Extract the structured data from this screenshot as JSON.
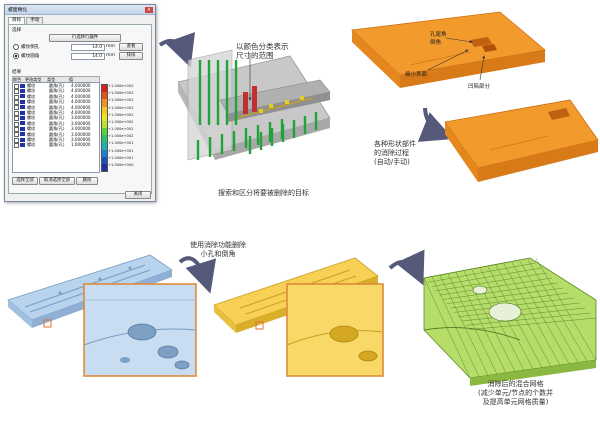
{
  "dialog": {
    "title": "螺面精化",
    "tabs": [
      "目标",
      "手动"
    ],
    "group_choose": "选择",
    "select_button": "行选择行器件",
    "option1": {
      "label": "螺纹倒孔",
      "value": "14.0",
      "unit": "mm",
      "button": "查看"
    },
    "option2": {
      "label": "螺纹圆角",
      "value": "14.0",
      "unit": "mm",
      "button": "排排"
    },
    "group_result": "结果",
    "columns": [
      "颜色",
      "更改类型",
      "类型",
      "值"
    ],
    "rows": [
      {
        "color": "#2233aa",
        "name": "螺纹",
        "type": "圆角(孔)",
        "value": "4.000000"
      },
      {
        "color": "#2233aa",
        "name": "螺纹",
        "type": "圆角(孔)",
        "value": "4.000000"
      },
      {
        "color": "#2233aa",
        "name": "螺纹",
        "type": "圆角(孔)",
        "value": "4.000000"
      },
      {
        "color": "#2233aa",
        "name": "螺纹",
        "type": "圆角(孔)",
        "value": "4.000000"
      },
      {
        "color": "#2233aa",
        "name": "螺纹",
        "type": "圆角(孔)",
        "value": "4.000000"
      },
      {
        "color": "#2233aa",
        "name": "螺纹",
        "type": "圆角(孔)",
        "value": "4.000000"
      },
      {
        "color": "#2233aa",
        "name": "螺纹",
        "type": "圆角(孔)",
        "value": "3.000000"
      },
      {
        "color": "#2233aa",
        "name": "螺纹",
        "type": "圆角(孔)",
        "value": "3.000000"
      },
      {
        "color": "#2233aa",
        "name": "螺纹",
        "type": "圆角(孔)",
        "value": "3.000000"
      },
      {
        "color": "#2233aa",
        "name": "螺纹",
        "type": "圆角(孔)",
        "value": "3.000000"
      },
      {
        "color": "#2233aa",
        "name": "螺纹",
        "type": "圆角(孔)",
        "value": "3.000000"
      },
      {
        "color": "#2233aa",
        "name": "螺纹",
        "type": "圆角(孔)",
        "value": "1.000000"
      }
    ],
    "scale_labels": [
      "+1.000e+002",
      "+1.000e+002",
      "+1.000e+002",
      "+1.000e+002",
      "+1.000e+002",
      "+1.000e+002",
      "+1.000e+002",
      "+1.000e+002",
      "+1.000e+001",
      "+1.000e+001",
      "+1.000e+001",
      "+1.000e+000"
    ],
    "scale_colors": [
      "#d62020",
      "#e8501a",
      "#f09020",
      "#f5c820",
      "#e8e820",
      "#b8e030",
      "#60d040",
      "#30c070",
      "#20b0b0",
      "#2080d0",
      "#2050c0",
      "#2030a0"
    ],
    "bottom_buttons": [
      "选择全部",
      "取消选择全部",
      "删除"
    ],
    "close_button": "关闭"
  },
  "captions": {
    "color_classify": [
      "以颜色分类表示",
      "尺寸的范围"
    ],
    "search_target": "搜索和区分将要被删除的目标",
    "label_fillet_top": [
      "孔尾角",
      "倒角"
    ],
    "label_small_face": "细小表面",
    "label_pit": "凹陷部分",
    "removal_process": [
      "各种形状部件",
      "的消除过程",
      "(自动/手动)"
    ],
    "use_removal": [
      "使用消除功能删除",
      "小孔和倒角"
    ],
    "mesh_result": [
      "消除后的混合网格",
      "(减少单元/节点的个数并",
      "及提高单元网格质量)"
    ]
  }
}
